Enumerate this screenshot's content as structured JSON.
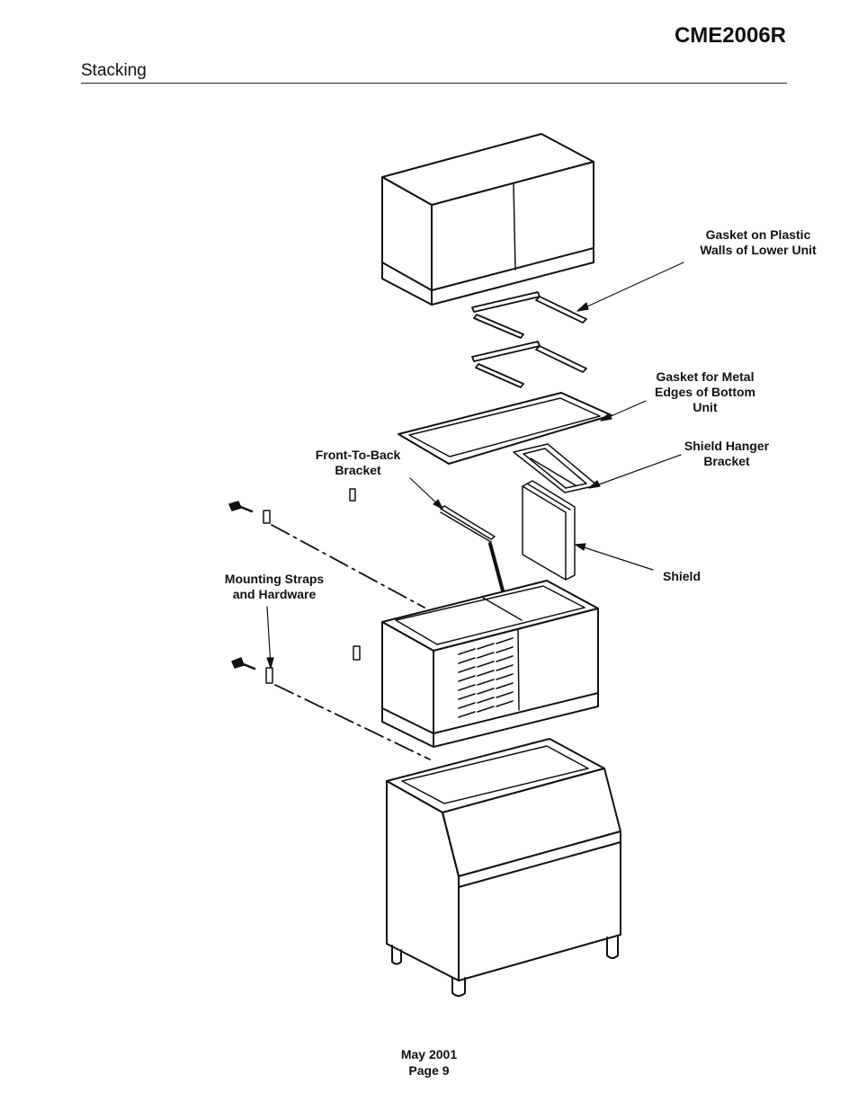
{
  "header": {
    "model": "CME2006R",
    "section": "Stacking"
  },
  "callouts": {
    "gasket_plastic": "Gasket on Plastic\nWalls of Lower Unit",
    "gasket_metal": "Gasket for Metal\nEdges of Bottom\nUnit",
    "shield_hanger": "Shield Hanger\nBracket",
    "front_to_back": "Front-To-Back\nBracket",
    "shield": "Shield",
    "mounting_straps": "Mounting Straps\nand Hardware"
  },
  "footer": {
    "date": "May 2001",
    "page": "Page 9"
  }
}
